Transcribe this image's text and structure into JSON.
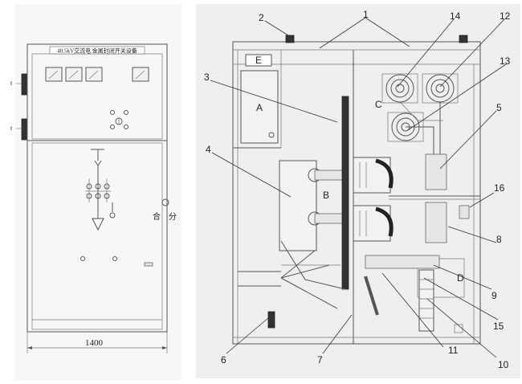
{
  "front_view": {
    "title_plate": "40.5kV交流电 金属封闭开关设备",
    "width_dimension": "1400",
    "indicator_close": "合",
    "indicator_open": "分",
    "door_tag_top": "t",
    "door_tag_bottom": "t"
  },
  "section_view": {
    "compartments": [
      "A",
      "B",
      "C",
      "D",
      "E"
    ],
    "callouts": [
      "1",
      "2",
      "3",
      "4",
      "5",
      "6",
      "7",
      "8",
      "9",
      "10",
      "11",
      "12",
      "13",
      "14",
      "15",
      "16"
    ]
  }
}
